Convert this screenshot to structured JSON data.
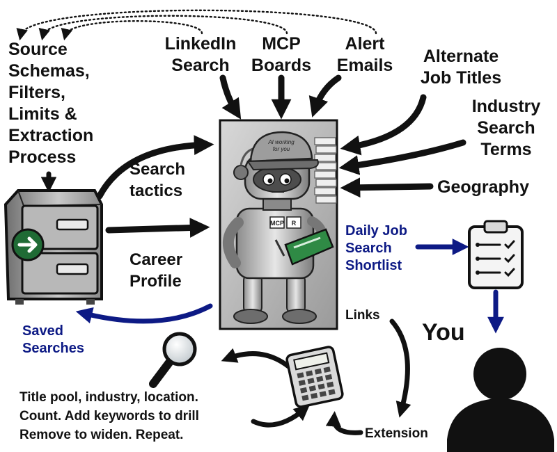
{
  "sources": {
    "linkedin": [
      "LinkedIn",
      "Search"
    ],
    "mcp": [
      "MCP",
      "Boards"
    ],
    "alert": [
      "Alert",
      "Emails"
    ]
  },
  "left_panel": {
    "schema": [
      "Source",
      "Schemas,",
      "Filters,",
      "Limits &",
      "Extraction",
      "Process"
    ],
    "search_tactics": [
      "Search",
      "tactics"
    ],
    "career_profile": [
      "Career",
      "Profile"
    ],
    "saved_searches": [
      "Saved",
      "Searches"
    ]
  },
  "right_inputs": {
    "alternate_titles": [
      "Alternate",
      "Job Titles"
    ],
    "industry_terms": [
      "Industry",
      "Search",
      "Terms"
    ],
    "geography": "Geography"
  },
  "outputs": {
    "shortlist": [
      "Daily Job",
      "Search",
      "Shortlist"
    ],
    "you": "You",
    "links": "Links",
    "extension": "Extension"
  },
  "loop": [
    "Title pool, industry, location.",
    "Count. Add keywords to drill",
    "Remove to widen. Repeat."
  ],
  "robot": {
    "cap_text": [
      "AI working",
      "for you"
    ],
    "chest_text": [
      "MCP",
      "R"
    ]
  },
  "colors": {
    "ink": "#111111",
    "accent_blue": "#0d1a85",
    "cabinet_badge": "#1f6b35",
    "tablet_green": "#2f8a45"
  },
  "icons": [
    "cabinet-icon",
    "robot-icon",
    "clipboard-icon",
    "magnifier-icon",
    "calculator-icon",
    "person-silhouette-icon"
  ]
}
